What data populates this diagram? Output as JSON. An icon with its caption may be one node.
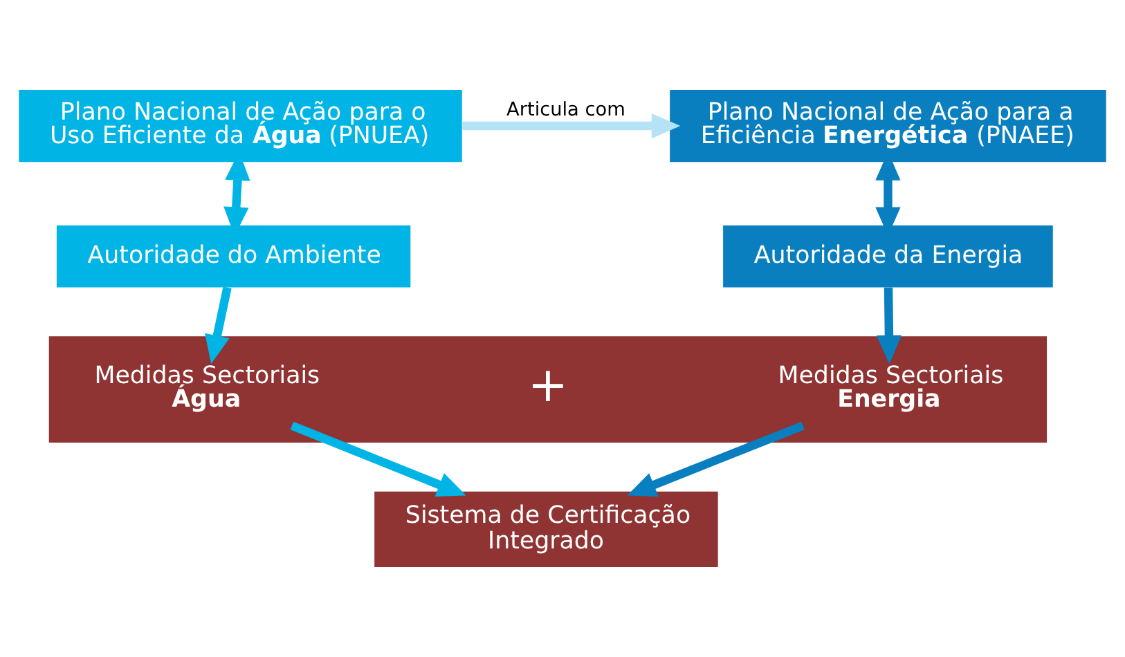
{
  "diagram": {
    "nodes": [
      {
        "text": [
          "Plano Nacional de Ação para o Uso Eficiente da **Água** (PNUEA)"
        ]
      },
      {
        "text": [
          "Plano Nacional de Ação para a Eficiência **Energética** (PNAEE)"
        ]
      },
      {
        "text": [
          "Autoridade do Ambiente"
        ]
      },
      {
        "text": [
          "Autoridade da Energia"
        ]
      },
      {
        "text": [],
        "shape": "bar"
      },
      {
        "text": [
          "Medidas Sectoriais",
          "**Água**"
        ],
        "in": 4
      },
      {
        "text": [
          "Medidas Sectoriais",
          "**Energia**"
        ],
        "in": 4
      },
      {
        "text": [
          "Sistema de Certificação Integrado"
        ]
      }
    ],
    "edges": [
      {
        "from": 0,
        "to": 1,
        "arrow": "to",
        "label": "Articula com",
        "color": "#b3e3f5"
      },
      {
        "from": 0,
        "to": 2,
        "arrow": "both",
        "color": "#00b4e6"
      },
      {
        "from": 1,
        "to": 3,
        "arrow": "both",
        "color": "#0a7fc0"
      },
      {
        "from": 2,
        "to": 5,
        "arrow": "to",
        "color": "#00b4e6"
      },
      {
        "from": 3,
        "to": 6,
        "arrow": "to",
        "color": "#0a7fc0"
      },
      {
        "from": 5,
        "to": 7,
        "arrow": "to",
        "color": "#00b4e6"
      },
      {
        "from": 6,
        "to": 7,
        "arrow": "to",
        "color": "#0a7fc0"
      }
    ],
    "labels": [
      "+"
    ]
  }
}
